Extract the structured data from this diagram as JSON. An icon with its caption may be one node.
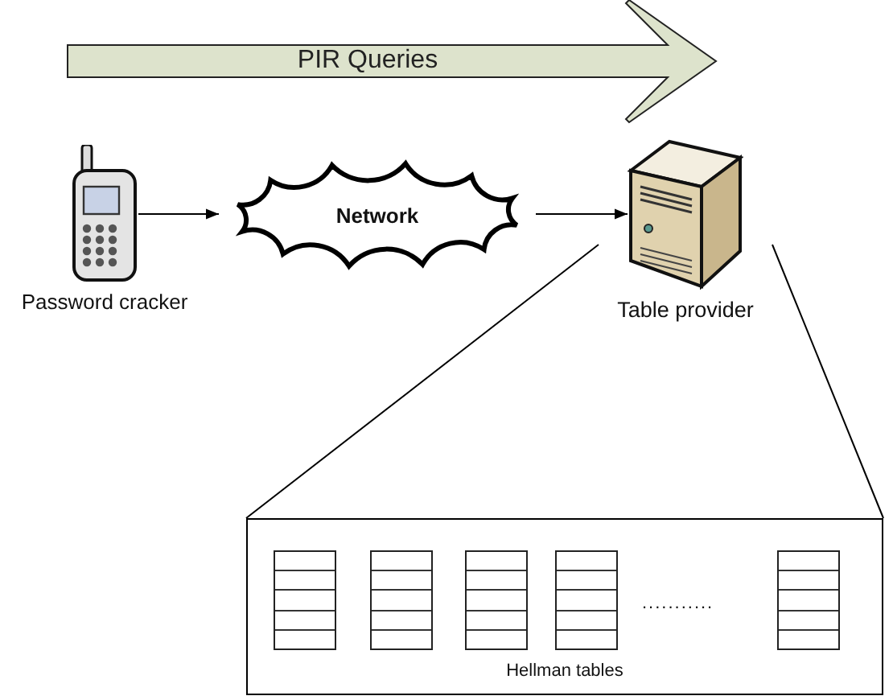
{
  "diagram": {
    "nodes": [
      {
        "text": [
          "PIR Queries"
        ]
      },
      {
        "text": [
          "Password cracker"
        ]
      },
      {
        "text": [
          "Network"
        ]
      },
      {
        "text": [
          "Table provider"
        ]
      },
      {
        "text": [
          "Hellman tables"
        ]
      },
      {
        "text": [],
        "shape": "box",
        "in": 4
      },
      {
        "text": [],
        "shape": "box",
        "in": 4
      },
      {
        "text": [],
        "shape": "box",
        "in": 4
      },
      {
        "text": [],
        "shape": "box",
        "in": 4
      },
      {
        "text": [],
        "shape": "box",
        "in": 4
      }
    ],
    "edges": [
      {
        "from": 1,
        "to": 2,
        "arrow": "to"
      },
      {
        "from": 2,
        "to": 3,
        "arrow": "to"
      },
      {
        "from": 3,
        "to": 4,
        "arrow": "none"
      },
      {
        "from": 3,
        "to": 4,
        "arrow": "none"
      }
    ],
    "labels": [
      "..........."
    ]
  }
}
